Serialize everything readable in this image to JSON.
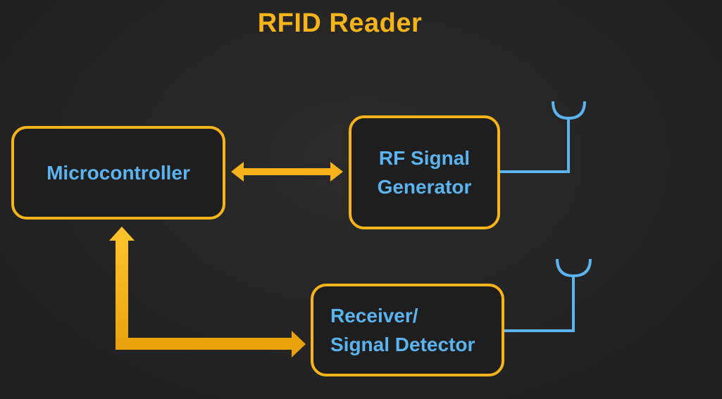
{
  "diagram": {
    "title": "RFID Reader",
    "blocks": {
      "microcontroller": {
        "label": "Microcontroller"
      },
      "rf_signal_generator": {
        "line1": "RF Signal",
        "line2": "Generator"
      },
      "receiver": {
        "line1": "Receiver/",
        "line2": "Signal Detector"
      }
    },
    "colors": {
      "title": "#f6b41a",
      "block_border": "#f6b41a",
      "arrow": "#f6b41a",
      "label": "#5bb3f0",
      "antenna": "#5bb3f0"
    }
  }
}
